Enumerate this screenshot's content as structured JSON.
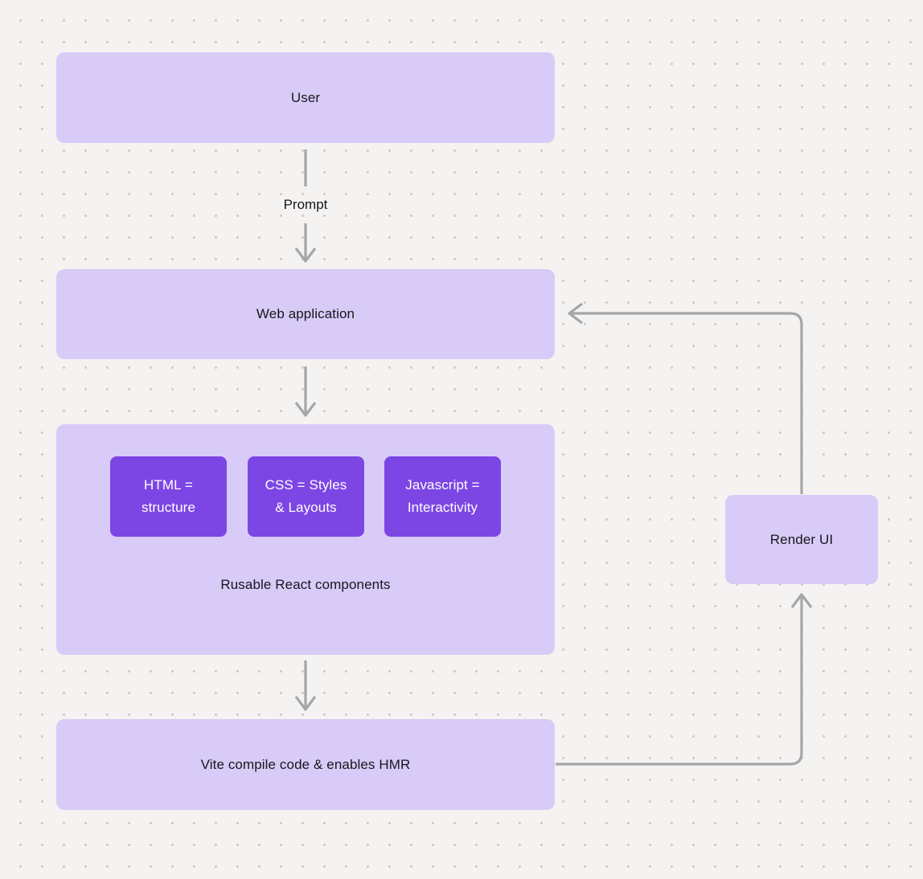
{
  "diagram": {
    "nodes": {
      "user": {
        "label": "User"
      },
      "web_application": {
        "label": "Web application"
      },
      "components_group": {
        "label": "Rusable React components"
      },
      "html": {
        "label": "HTML =\nstructure"
      },
      "css": {
        "label": "CSS = Styles\n& Layouts"
      },
      "javascript": {
        "label": "Javascript =\nInteractivity"
      },
      "vite": {
        "label": "Vite compile code & enables HMR"
      },
      "render_ui": {
        "label": "Render UI"
      }
    },
    "edge_labels": {
      "prompt": "Prompt"
    },
    "colors": {
      "background": "#f5f3f1",
      "dot_grid": "#ccc9c6",
      "node_fill": "#d9cbf7",
      "accent_fill": "#7c46e4",
      "arrow": "#a6a6a6",
      "text": "#17171c",
      "accent_text": "#ffffff"
    }
  }
}
